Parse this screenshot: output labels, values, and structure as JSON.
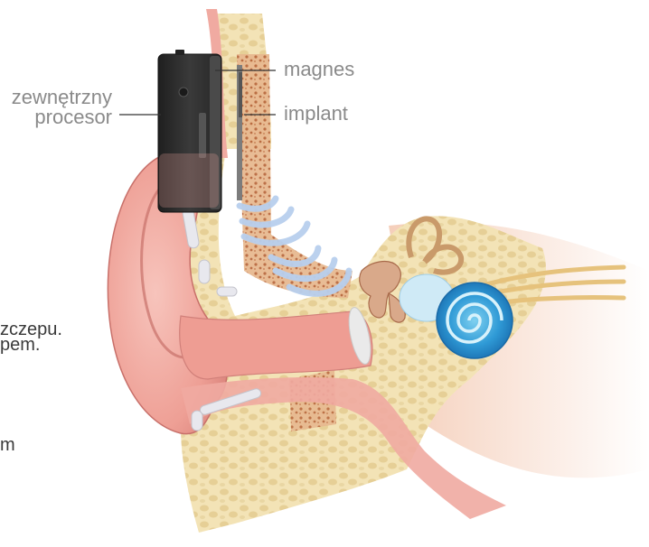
{
  "labels": {
    "processor_line1": "zewnętrzny",
    "processor_line2": "procesor",
    "magnet": "magnes",
    "implant": "implant"
  },
  "side_text": {
    "line1": "zczepu.",
    "line2": "pem.",
    "line3": "m"
  },
  "colors": {
    "skin": "#f2a9a0",
    "skin_dark": "#d97f78",
    "bone": "#f1dfae",
    "bone_inner": "#d9976b",
    "cochlea": "#2f9ad6",
    "processor": "#2d2d2d",
    "label": "#8a8a8a"
  }
}
